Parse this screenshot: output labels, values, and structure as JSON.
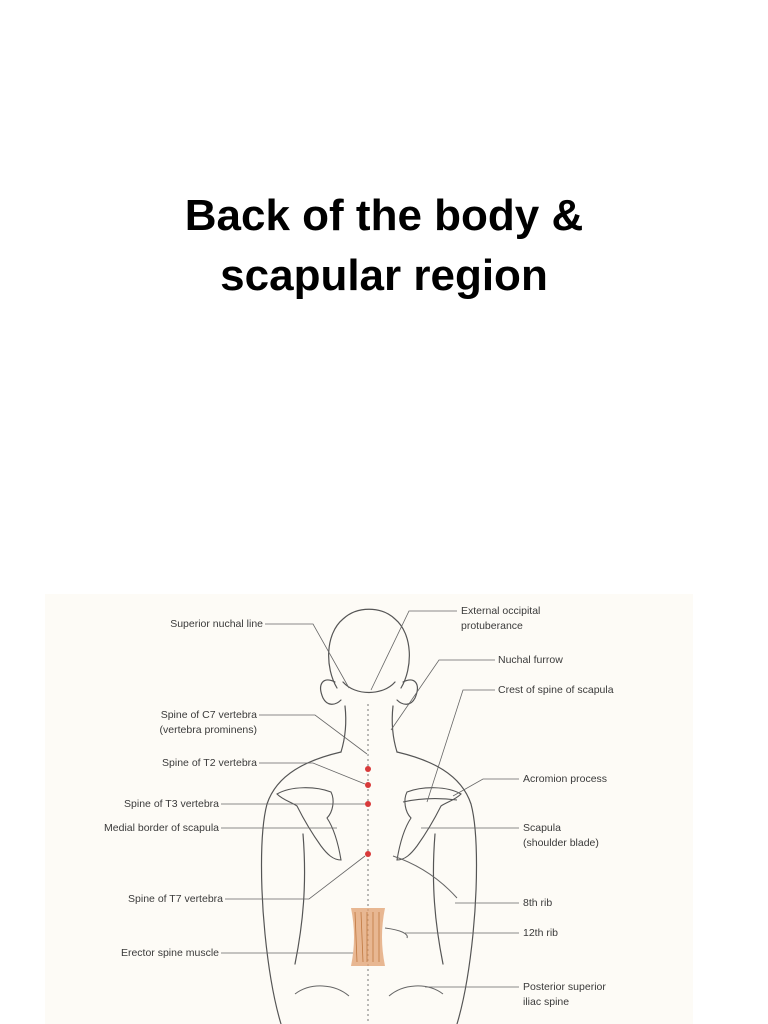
{
  "title": {
    "line1": "Back of the body &",
    "line2": "scapular region"
  },
  "diagram": {
    "colors": {
      "background": "#fdfbf6",
      "outline": "#555555",
      "leader": "#666666",
      "marker": "#d83a3a",
      "muscle": "#e0a070"
    },
    "labels_left": {
      "superior_nuchal_line": "Superior nuchal line",
      "spine_c7_line1": "Spine of C7 vertebra",
      "spine_c7_line2": "(vertebra prominens)",
      "spine_t2": "Spine of T2 vertebra",
      "spine_t3": "Spine of T3 vertebra",
      "medial_border_scapula": "Medial border of scapula",
      "spine_t7": "Spine of T7 vertebra",
      "erector_spine_muscle": "Erector spine muscle"
    },
    "labels_right": {
      "external_occipital_line1": "External occipital",
      "external_occipital_line2": "protuberance",
      "nuchal_furrow": "Nuchal furrow",
      "crest_spine_scapula": "Crest of spine of scapula",
      "acromion_process": "Acromion process",
      "scapula_line1": "Scapula",
      "scapula_line2": "(shoulder blade)",
      "rib_8th": "8th rib",
      "rib_12th": "12th rib",
      "psis_line1": "Posterior superior",
      "psis_line2": "iliac spine"
    }
  }
}
